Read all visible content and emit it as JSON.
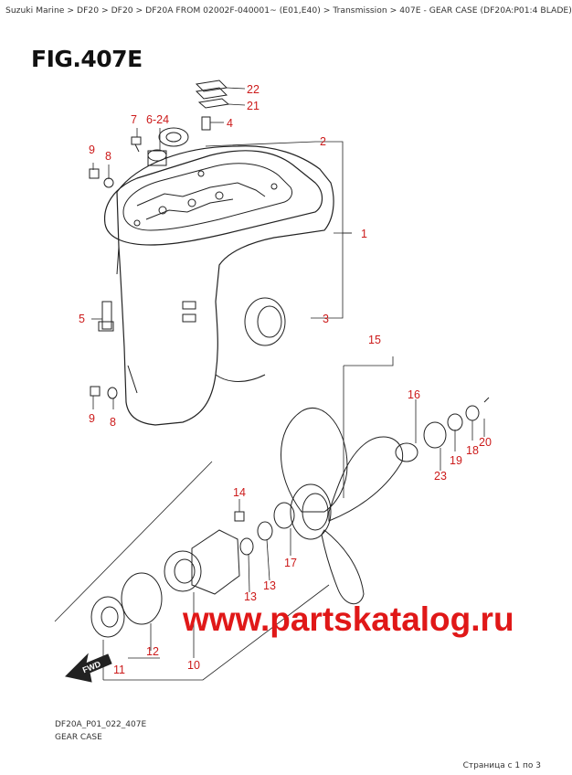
{
  "breadcrumb": "Suzuki Marine > DF20 > DF20 > DF20A FROM 02002F-040001~ (E01,E40) > Transmission > 407E - GEAR CASE (DF20A:P01:4 BLADE)",
  "figure_title": "FIG.407E",
  "callouts": {
    "c22": "22",
    "c21": "21",
    "c7": "7",
    "c6_24": "6-24",
    "c4": "4",
    "c2": "2",
    "c9_top": "9",
    "c8_top": "8",
    "c1": "1",
    "c5": "5",
    "c3": "3",
    "c15": "15",
    "c16": "16",
    "c9_bottom": "9",
    "c8_bottom": "8",
    "c20": "20",
    "c18": "18",
    "c19": "19",
    "c23": "23",
    "c14": "14",
    "c17": "17",
    "c13_right": "13",
    "c13_left": "13",
    "c12": "12",
    "c10": "10",
    "c11": "11"
  },
  "fwd_label": "FWD",
  "watermark": "www.partskatalog.ru",
  "footer": {
    "code": "DF20A_P01_022_407E",
    "name": "GEAR CASE",
    "page": "Страница с 1 по 3"
  },
  "colors": {
    "callout": "#cc1a1a",
    "watermark": "#e01818",
    "line": "#222222"
  }
}
